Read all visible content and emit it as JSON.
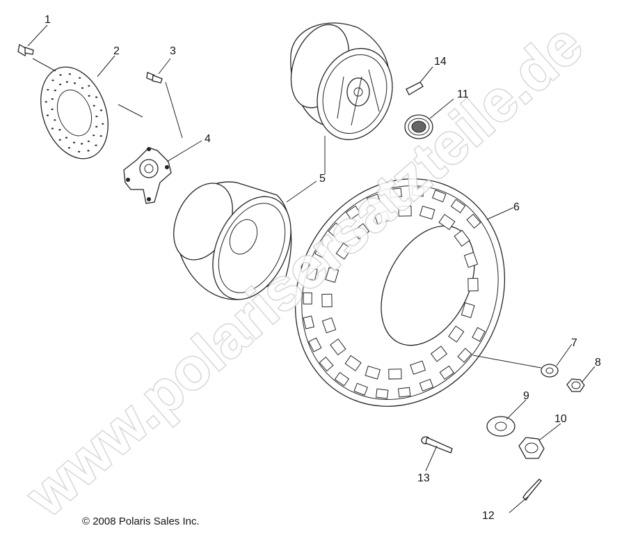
{
  "diagram": {
    "callouts": [
      {
        "id": "1",
        "label": "1"
      },
      {
        "id": "2",
        "label": "2"
      },
      {
        "id": "3",
        "label": "3"
      },
      {
        "id": "4",
        "label": "4"
      },
      {
        "id": "5",
        "label": "5"
      },
      {
        "id": "6",
        "label": "6"
      },
      {
        "id": "7",
        "label": "7"
      },
      {
        "id": "8",
        "label": "8"
      },
      {
        "id": "9",
        "label": "9"
      },
      {
        "id": "10",
        "label": "10"
      },
      {
        "id": "11",
        "label": "11"
      },
      {
        "id": "12",
        "label": "12"
      },
      {
        "id": "13",
        "label": "13"
      },
      {
        "id": "14",
        "label": "14"
      }
    ],
    "watermark": "www.polarisersatzteile.de",
    "copyright": "© 2008 Polaris Sales Inc."
  }
}
